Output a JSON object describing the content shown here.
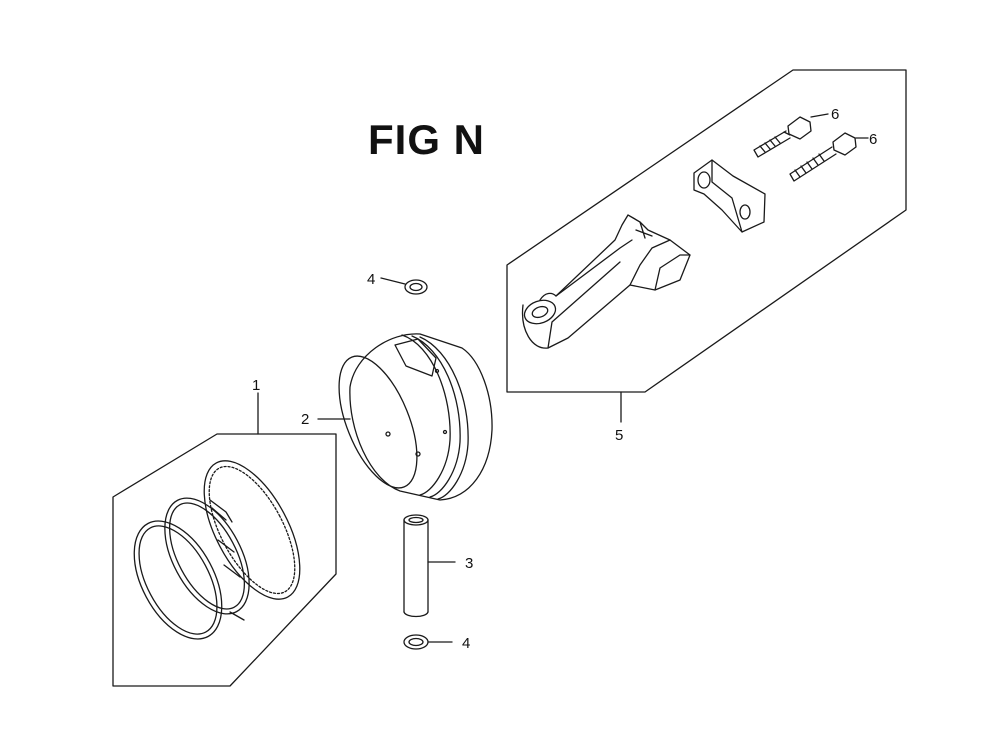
{
  "figure": {
    "title": "FIG N",
    "ink_color": "#1a1a1a",
    "background": "#ffffff"
  },
  "parts": {
    "piston_ring_set": {
      "callout": "1"
    },
    "piston": {
      "callout": "2"
    },
    "piston_pin": {
      "callout": "3"
    },
    "pin_clip_top": {
      "callout": "4"
    },
    "pin_clip_bottom": {
      "callout": "4"
    },
    "connecting_rod_set": {
      "callout": "5"
    },
    "bolt_upper": {
      "callout": "6"
    },
    "bolt_lower": {
      "callout": "6"
    }
  }
}
